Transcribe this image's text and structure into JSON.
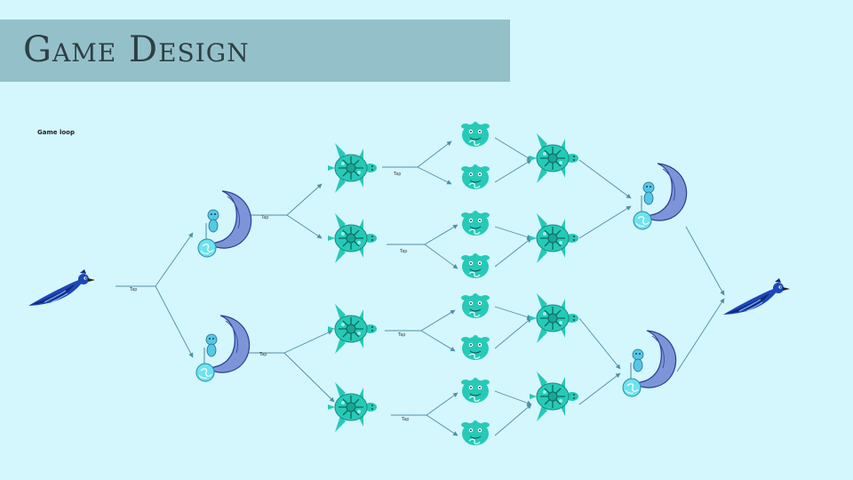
{
  "slide": {
    "title": "Game Design",
    "subtitle": "Game loop"
  },
  "edge_label": "Tap",
  "colors": {
    "background": "#d4f6fd",
    "title_bar": "#94c1c9",
    "arrow": "#4f8fa3",
    "teal": "#27c9b7",
    "deep_blue": "#1b3fa8",
    "moon": "#7c95d8"
  },
  "icons": [
    "bird-icon",
    "moon-monkey-icon",
    "turtle-icon",
    "monster-icon"
  ]
}
